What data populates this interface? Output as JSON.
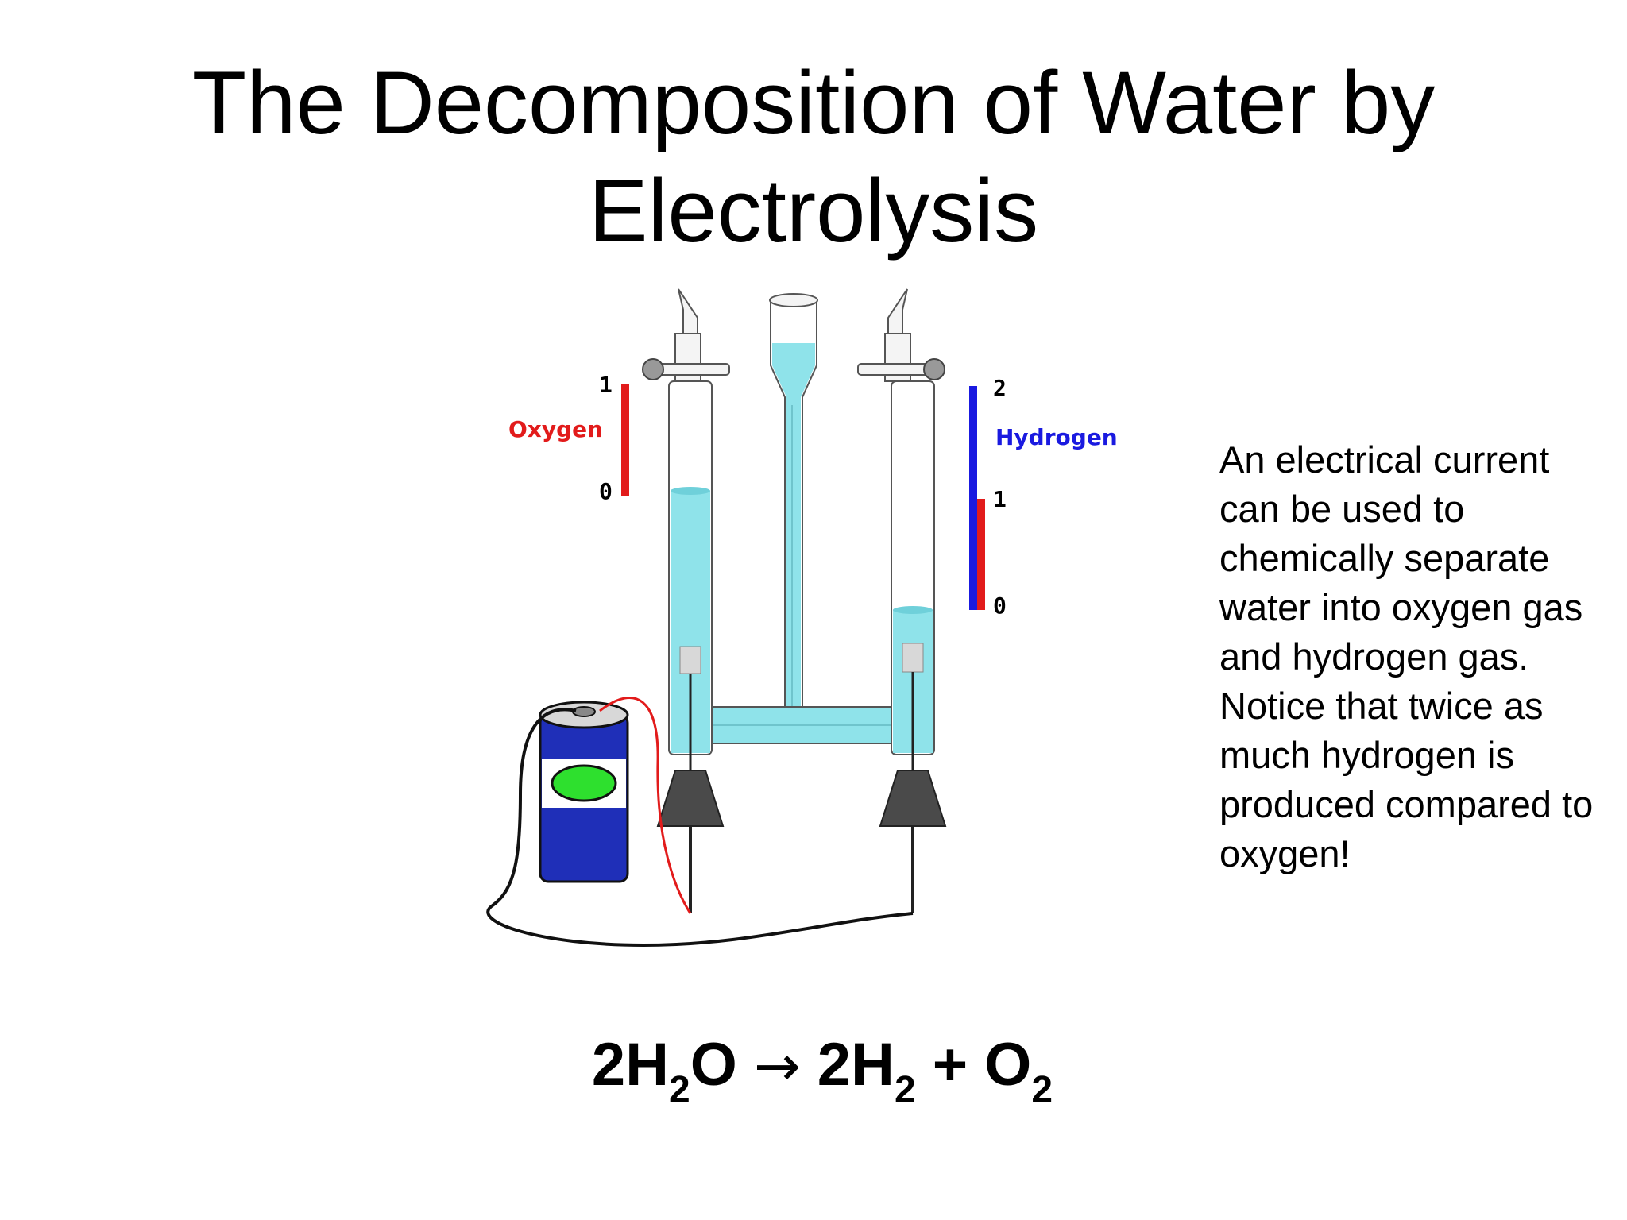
{
  "title": {
    "line1": "The Decomposition of Water by",
    "line2": "Electrolysis"
  },
  "diagram": {
    "oxygen": {
      "label": "Oxygen",
      "scale_top": "1",
      "scale_bottom": "0",
      "color": "#e21b1b",
      "level": 1
    },
    "hydrogen": {
      "label": "Hydrogen",
      "scale_top": "2",
      "scale_mid": "1",
      "scale_bottom": "0",
      "color": "#1a1ae0",
      "level": 2
    },
    "water_color": "#8fe3ea"
  },
  "description": "An electrical current can be used to chemically separate water into oxygen gas and hydrogen gas. Notice that twice as much hydrogen is produced compared to oxygen!",
  "equation": {
    "reactant_coef": "2H",
    "reactant_sub": "2",
    "reactant_tail": "O",
    "arrow": "→",
    "product1_coef": "2H",
    "product1_sub": "2",
    "plus": "+",
    "product2": "O",
    "product2_sub": "2"
  }
}
